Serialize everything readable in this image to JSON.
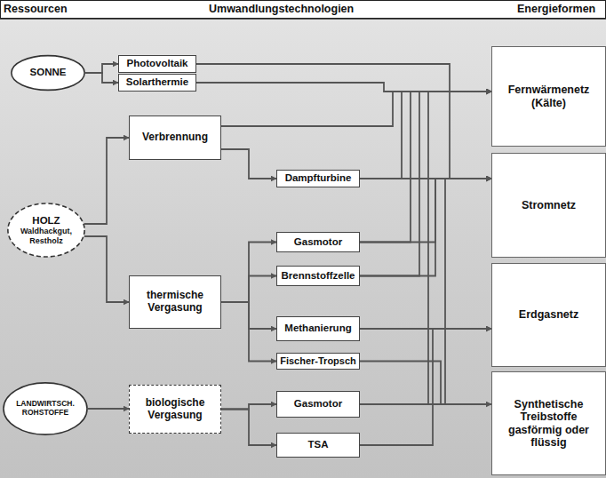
{
  "diagram": {
    "nodes": [
      {
        "text": [
          "SONNE"
        ]
      },
      {
        "text": [
          "Photovoltaik"
        ]
      },
      {
        "text": [
          "Solarthermie"
        ]
      },
      {
        "text": [
          "Verbrennung"
        ]
      },
      {
        "text": [
          "Dampfturbine"
        ]
      },
      {
        "text": [
          "HOLZ",
          "Waldhackgut, Restholz"
        ]
      },
      {
        "text": [
          "Gasmotor"
        ]
      },
      {
        "text": [
          "Brennstoffzelle"
        ]
      },
      {
        "text": [
          "thermische Vergasung"
        ]
      },
      {
        "text": [
          "Methanierung"
        ]
      },
      {
        "text": [
          "Fischer-Tropsch"
        ]
      },
      {
        "text": [
          "LANDWIRTSCH. ROHSTOFFE"
        ]
      },
      {
        "text": [
          "biologische Vergasung"
        ]
      },
      {
        "text": [
          "Gasmotor"
        ]
      },
      {
        "text": [
          "TSA"
        ]
      },
      {
        "text": [
          "Fernwärmenetz (Kälte)"
        ]
      },
      {
        "text": [
          "Stromnetz"
        ]
      },
      {
        "text": [
          "Erdgasnetz"
        ]
      },
      {
        "text": [
          "Synthetische Treibstoffe gasförmig oder flüssig"
        ]
      }
    ],
    "edges": [
      {
        "from": 0,
        "to": 1,
        "arrow": "to"
      },
      {
        "from": 0,
        "to": 2,
        "arrow": "to"
      },
      {
        "from": 1,
        "to": 16,
        "arrow": "to"
      },
      {
        "from": 2,
        "to": 15,
        "arrow": "to"
      },
      {
        "from": 5,
        "to": 3,
        "arrow": "to"
      },
      {
        "from": 5,
        "to": 8,
        "arrow": "to"
      },
      {
        "from": 3,
        "to": 15,
        "arrow": "to"
      },
      {
        "from": 3,
        "to": 4,
        "arrow": "to"
      },
      {
        "from": 4,
        "to": 16,
        "arrow": "to"
      },
      {
        "from": 4,
        "to": 15,
        "arrow": "to"
      },
      {
        "from": 8,
        "to": 6,
        "arrow": "to"
      },
      {
        "from": 8,
        "to": 7,
        "arrow": "to"
      },
      {
        "from": 8,
        "to": 9,
        "arrow": "to"
      },
      {
        "from": 8,
        "to": 10,
        "arrow": "to"
      },
      {
        "from": 6,
        "to": 16,
        "arrow": "to"
      },
      {
        "from": 6,
        "to": 15,
        "arrow": "to"
      },
      {
        "from": 7,
        "to": 16,
        "arrow": "to"
      },
      {
        "from": 7,
        "to": 15,
        "arrow": "to"
      },
      {
        "from": 9,
        "to": 17,
        "arrow": "to"
      },
      {
        "from": 10,
        "to": 18,
        "arrow": "to"
      },
      {
        "from": 11,
        "to": 12,
        "arrow": "to"
      },
      {
        "from": 12,
        "to": 13,
        "arrow": "to"
      },
      {
        "from": 12,
        "to": 14,
        "arrow": "to"
      },
      {
        "from": 13,
        "to": 16,
        "arrow": "to"
      },
      {
        "from": 13,
        "to": 15,
        "arrow": "to"
      },
      {
        "from": 14,
        "to": 17,
        "arrow": "to"
      }
    ],
    "labels": [
      "Ressourcen",
      "Umwandlungstechnologien",
      "Energieformen"
    ]
  }
}
